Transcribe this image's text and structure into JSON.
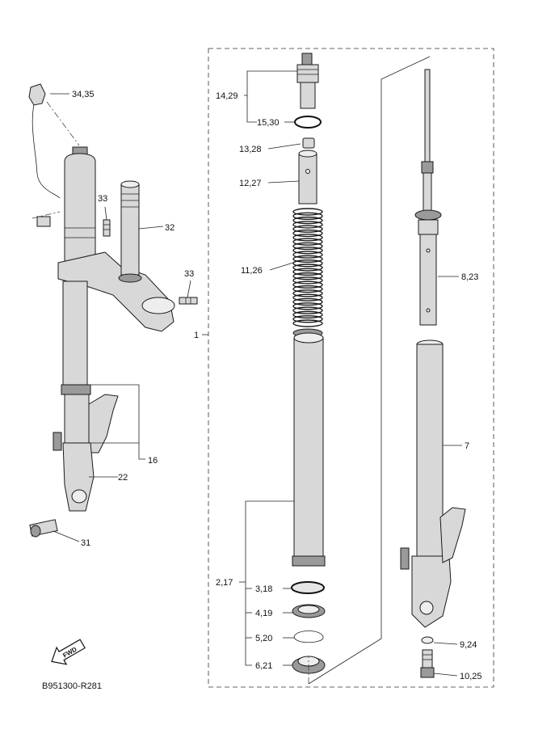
{
  "labels": {
    "l_34_35": "34,35",
    "l_33a": "33",
    "l_32": "32",
    "l_33b": "33",
    "l_1": "1",
    "l_16": "16",
    "l_22": "22",
    "l_31": "31",
    "l_14_29": "14,29",
    "l_15_30": "15,30",
    "l_13_28": "13,28",
    "l_12_27": "12,27",
    "l_11_26": "11,26",
    "l_8_23": "8,23",
    "l_7": "7",
    "l_2_17": "2,17",
    "l_3_18": "3,18",
    "l_4_19": "4,19",
    "l_5_20": "5,20",
    "l_6_21": "6,21",
    "l_9_24": "9,24",
    "l_10_25": "10,25"
  },
  "fwd_label": "FWD",
  "drawing_code": "B951300-R281"
}
